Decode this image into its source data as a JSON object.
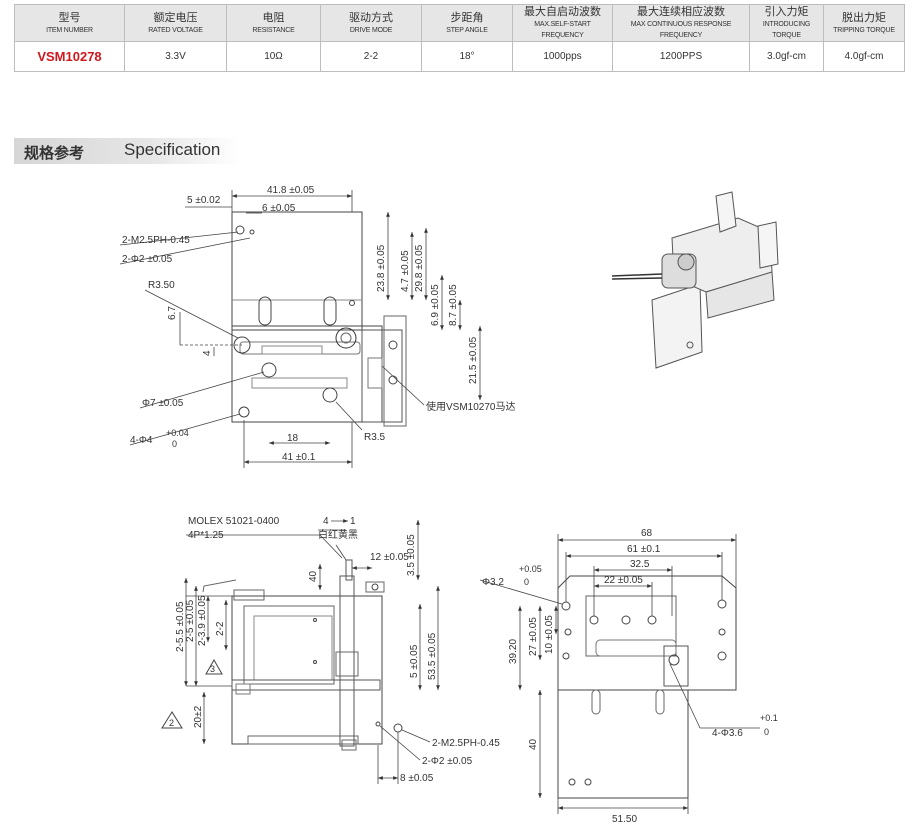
{
  "table": {
    "headers": [
      {
        "cn": "型号",
        "en": "ITEM NUMBER"
      },
      {
        "cn": "额定电压",
        "en": "RATED VOLTAGE"
      },
      {
        "cn": "电阻",
        "en": "RESISTANCE"
      },
      {
        "cn": "驱动方式",
        "en": "DRIVE MODE"
      },
      {
        "cn": "步距角",
        "en": "STEP ANGLE"
      },
      {
        "cn": "最大自启动波数",
        "en": "MAX.SELF-START FREQUENCY"
      },
      {
        "cn": "最大连续相应波数",
        "en": "MAX CONTINUOUS RESPONSE FREQUENCY"
      },
      {
        "cn": "引入力矩",
        "en": "INTRODUCING TORQUE"
      },
      {
        "cn": "脱出力矩",
        "en": "TRIPPING TORQUE"
      }
    ],
    "row": [
      "VSM10278",
      "3.3V",
      "10Ω",
      "2-2",
      "18°",
      "1000pps",
      "1200PPS",
      "3.0gf-cm",
      "4.0gf-cm"
    ]
  },
  "section": {
    "cn": "规格参考",
    "en": "Specification"
  },
  "top_view": {
    "dims": {
      "overall_width": "41.8 ±0.05",
      "d5": "5 ±0.02",
      "d6": "6 ±0.05",
      "screw": "2-M2.5PH-0.45",
      "pin_hole": "2-Φ2 ±0.05",
      "r350": "R3.50",
      "d67": "6.7",
      "d4": "4",
      "hole7": "Φ7 ±0.05",
      "hole4": "4-Φ4",
      "hole4_tol_up": "+0.04",
      "hole4_tol_down": "0",
      "d18": "18",
      "d41": "41 ±0.1",
      "r35": "R3.5",
      "v238": "23.8 ±0.05",
      "v47": "4.7 ±0.05",
      "v298": "29.8 ±0.05",
      "v69": "6.9 ±0.05",
      "v87": "8.7 ±0.05",
      "v215": "21.5 ±0.05"
    },
    "note": "使用VSM10270马达"
  },
  "front_view": {
    "connector": "MOLEX 51021-0400",
    "pins": "4P*1.25",
    "pin_order_left": "4",
    "pin_order_right": "1",
    "wire_colors": "白红黄黑",
    "dims": {
      "d40": "40",
      "d12": "12 ±0.05",
      "d35": "3.5 ±0.05",
      "d25": "2-5 ±0.05",
      "d255": "2-5.5 ±0.05",
      "d239": "2-3.9 ±0.05",
      "d22": "2-2",
      "d5v": "5 ±0.05",
      "d535": "53.5 ±0.05",
      "d2015": "20±2",
      "screw": "2-M2.5PH-0.45",
      "pin_hole": "2-Φ2 ±0.05",
      "d8": "8 ±0.05",
      "tri3": "3",
      "tri2": "2"
    }
  },
  "side_view": {
    "dims": {
      "d68": "68",
      "d61": "61 ±0.1",
      "d325": "32.5",
      "d22": "22 ±0.05",
      "hole32": "Φ3.2",
      "hole32_tol_up": "+0.05",
      "hole32_tol_down": "0",
      "d3920": "39.20",
      "d27": "27 ±0.05",
      "d10": "10 ±0.05",
      "hole36": "4-Φ3.6",
      "hole36_tol_up": "+0.1",
      "hole36_tol_down": "0",
      "d40": "40",
      "d5150": "51.50"
    }
  }
}
